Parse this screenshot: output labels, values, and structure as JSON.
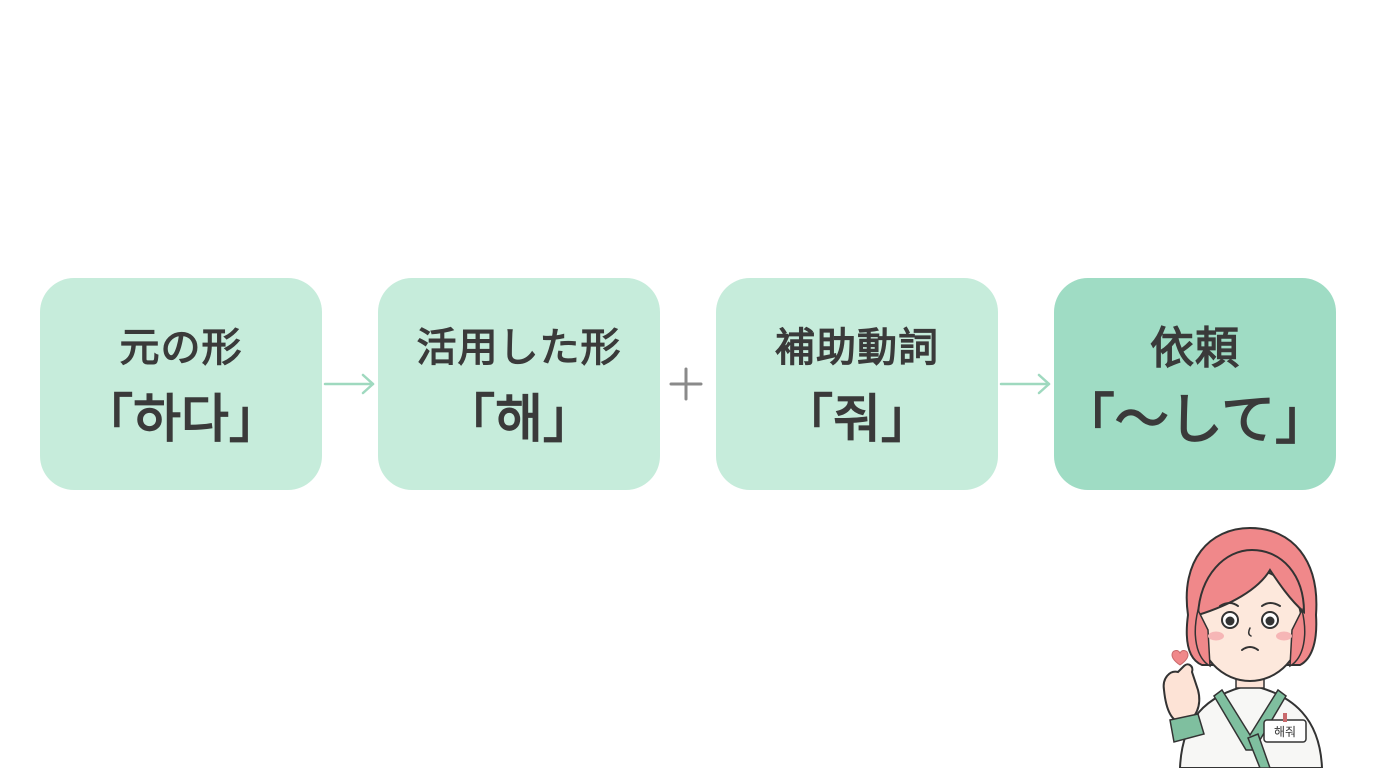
{
  "flow": {
    "steps": [
      {
        "label": "元の形",
        "form": "「하다」"
      },
      {
        "label": "活用した形",
        "form": "「해」"
      },
      {
        "label": "補助動詞",
        "form": "「줘」"
      },
      {
        "label": "依頼",
        "form": "「～して」"
      }
    ],
    "connectors": [
      "arrow",
      "plus",
      "arrow"
    ]
  },
  "character": {
    "name_tag": "해줘"
  },
  "colors": {
    "step_box": "#c6ecdb",
    "result_box": "#9fdcc4",
    "arrow": "#9fd9bf",
    "plus": "#8a8a8a",
    "text": "#3a3a3a",
    "hair": "#f0888a",
    "jacket_trim": "#7fbf9f"
  }
}
